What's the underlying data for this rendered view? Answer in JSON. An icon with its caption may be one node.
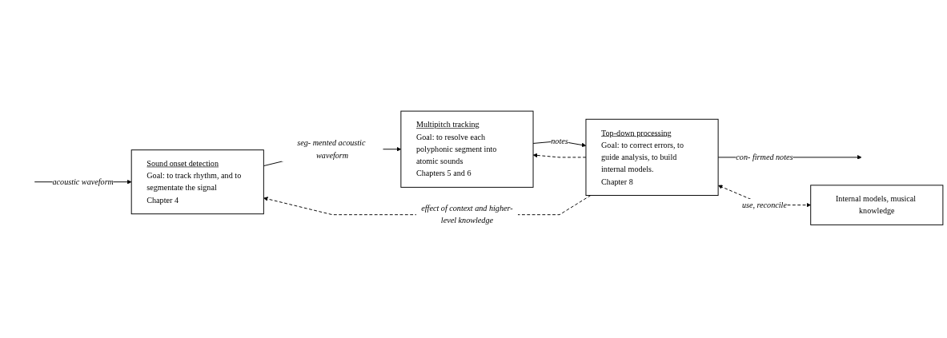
{
  "diagram": {
    "nodes": [
      {
        "text": [
          "Sound onset detection",
          "Goal: to track rhythm, and to segmentate the signal",
          "Chapter 4"
        ]
      },
      {
        "text": [
          "Multipitch tracking",
          "Goal: to resolve each polyphonic segment into atomic sounds",
          "Chapters 5 and 6"
        ]
      },
      {
        "text": [
          "Top-down processing",
          "Goal: to correct errors, to guide analysis, to build internal models.",
          "Chapter 8"
        ]
      },
      {
        "text": [
          "Internal models, musical knowledge"
        ]
      }
    ],
    "edges": [
      {
        "from": null,
        "to": 0,
        "arrow": "to",
        "label": "acoustic waveform"
      },
      {
        "from": 0,
        "to": 1,
        "arrow": "to",
        "label": "seg- mented acoustic waveform"
      },
      {
        "from": 1,
        "to": 2,
        "arrow": "to",
        "label": "notes"
      },
      {
        "from": 2,
        "to": null,
        "arrow": "to",
        "label": "con- firmed notes"
      },
      {
        "from": 2,
        "to": 3,
        "arrow": "both",
        "label": "use, reconcile",
        "style": "dashed"
      },
      {
        "from": 2,
        "to": 0,
        "arrow": "to",
        "label": "effect of context and higher-level knowledge",
        "style": "dashed"
      },
      {
        "from": 2,
        "to": 1,
        "arrow": "to",
        "style": "dashed"
      }
    ]
  }
}
